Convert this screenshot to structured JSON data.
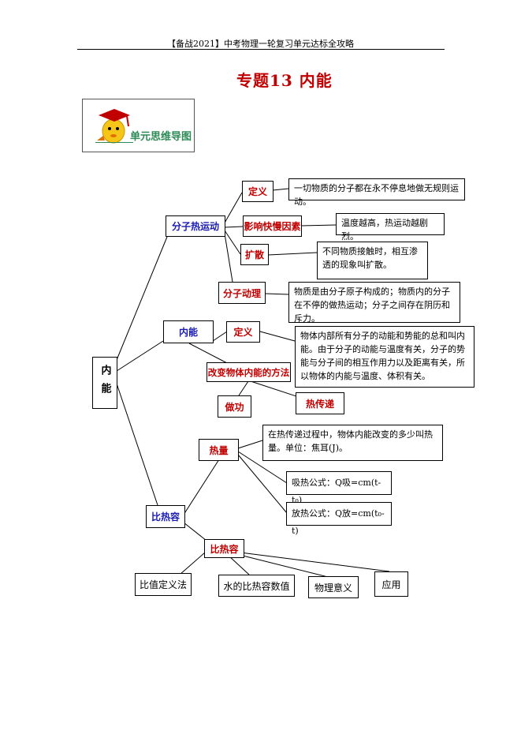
{
  "header": "【备战2021】中考物理一轮复习单元达标全攻略",
  "title": "专题13 内能",
  "badge_label": "单元思维导图",
  "root": "内能",
  "branch1": {
    "label": "分子热运动",
    "def_label": "定义",
    "def_text": "一切物质的分子都在永不停息地做无规则运动。",
    "factor_label": "影响快慢因素",
    "factor_text": "温度越高，热运动越剧烈。",
    "diffusion_label": "扩散",
    "diffusion_text": "不同物质接触时，相互渗透的现象叫扩散。",
    "theory_label": "分子动理",
    "theory_text": "物质是由分子原子构成的；物质内的分子在不停的做热运动；分子之间存在阴历和斥力。"
  },
  "branch2": {
    "label": "内能",
    "def_label": "定义",
    "def_text": "物体内部所有分子的动能和势能的总和叫内能。由于分子的动能与温度有关，分子的势能与分子间的相互作用力以及距离有关，所以物体的内能与温度、体积有关。",
    "method_label": "改变物体内能的方法",
    "work_label": "做功",
    "heat_transfer_label": "热传递"
  },
  "branch3": {
    "label": "比热容",
    "heat_label": "热量",
    "heat_text": "在热传递过程中，物体内能改变的多少叫热量。单位：焦耳(J)。",
    "absorb_text": "吸热公式：Q吸=cm(t-t₀)",
    "release_text": "放热公式：Q放=cm(t₀- t)",
    "shc_label": "比热容",
    "leaves": [
      "比值定义法",
      "水的比热容数值",
      "物理意义",
      "应用"
    ]
  }
}
